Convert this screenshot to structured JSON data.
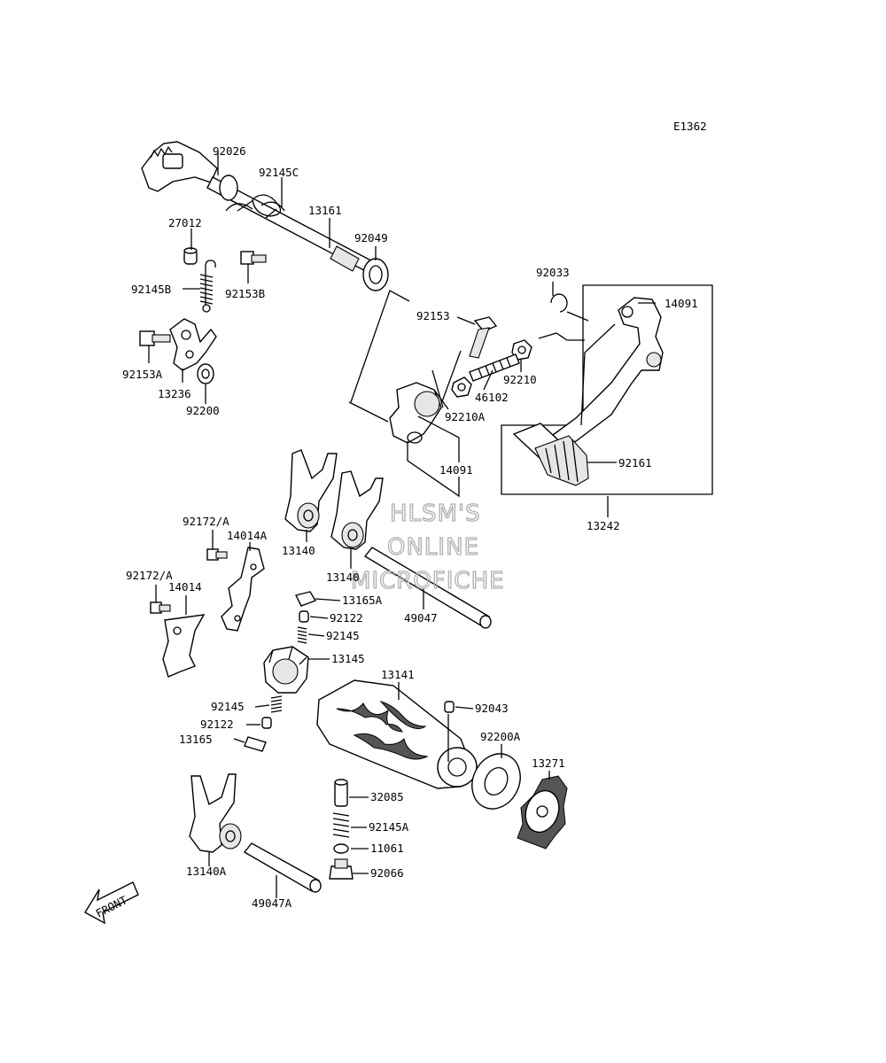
{
  "diagram": {
    "code": "E1362",
    "watermark": [
      "HLSM'S",
      "ONLINE",
      "MICROFICHE"
    ],
    "front_label": "FRONT",
    "callouts": {
      "c92026": "92026",
      "c92145C": "92145C",
      "c13161": "13161",
      "c27012": "27012",
      "c92049": "92049",
      "c92145B": "92145B",
      "c92153B": "92153B",
      "c92153A": "92153A",
      "c13236": "13236",
      "c92200": "92200",
      "c92033": "92033",
      "c14091a": "14091",
      "c92153": "92153",
      "c92210": "92210",
      "c46102": "46102",
      "c92210A": "92210A",
      "c14091b": "14091",
      "c92161": "92161",
      "c13242": "13242",
      "c92172A1": "92172/A",
      "c14014A": "14014A",
      "c13140a": "13140",
      "c13140b": "13140",
      "c92172A2": "92172/A",
      "c14014": "14014",
      "c13165A": "13165A",
      "c92122a": "92122",
      "c92145a": "92145",
      "c49047": "49047",
      "c13145": "13145",
      "c13141": "13141",
      "c92145b": "92145",
      "c92043": "92043",
      "c92122b": "92122",
      "c13165": "13165",
      "c92200A": "92200A",
      "c13271": "13271",
      "c32085": "32085",
      "c92145A": "92145A",
      "c11061": "11061",
      "c92066": "92066",
      "c13140A": "13140A",
      "c49047A": "49047A"
    }
  }
}
